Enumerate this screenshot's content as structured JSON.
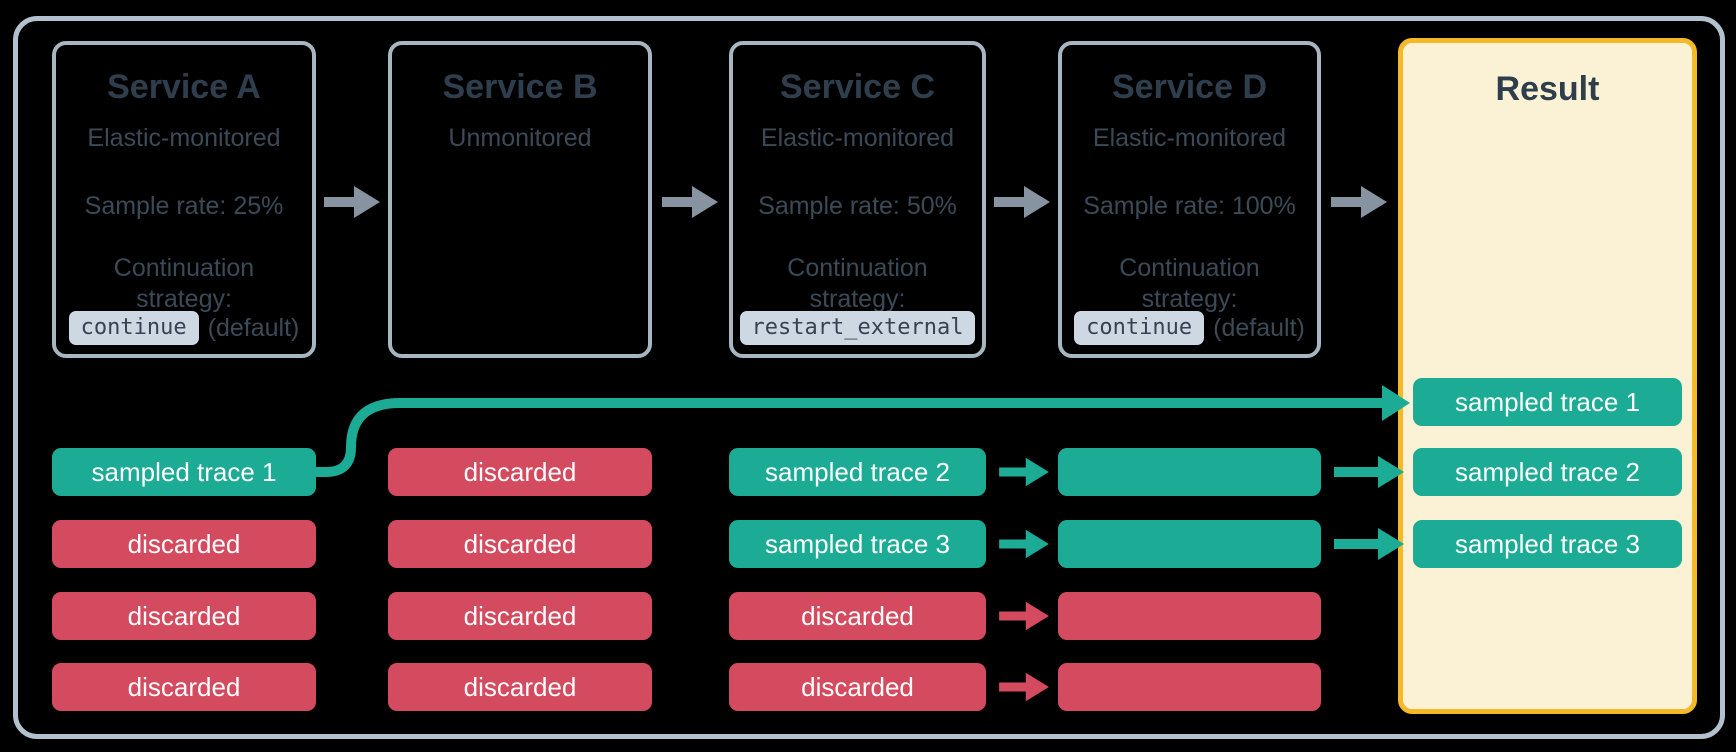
{
  "colors": {
    "teal": "#1cab95",
    "red": "#d44a5e",
    "slate-title": "#2f3e4c",
    "slate-text": "#3b4a57",
    "box-border": "#a7b6c3",
    "frame-border": "#b2c1cd",
    "arrow-gray": "#8793a1",
    "gold": "#f4b929",
    "cream": "#fbf1d5",
    "code-bg": "#cdd8e2",
    "code-text": "#36434f",
    "background": "#000000",
    "chip-text": "#ffffff"
  },
  "services": [
    {
      "title": "Service A",
      "subtitle": "Elastic-monitored",
      "sample_rate": "Sample rate: 25%",
      "continuation_label": "Continuation strategy:",
      "strategy_code": "continue",
      "strategy_note": "(default)"
    },
    {
      "title": "Service B",
      "subtitle": "Unmonitored"
    },
    {
      "title": "Service C",
      "subtitle": "Elastic-monitored",
      "sample_rate": "Sample rate: 50%",
      "continuation_label": "Continuation strategy:",
      "strategy_code": "restart_external"
    },
    {
      "title": "Service D",
      "subtitle": "Elastic-monitored",
      "sample_rate": "Sample rate: 100%",
      "continuation_label": "Continuation strategy:",
      "strategy_code": "continue",
      "strategy_note": "(default)"
    }
  ],
  "result": {
    "title": "Result",
    "chips": [
      "sampled trace 1",
      "sampled trace 2",
      "sampled trace 3"
    ]
  },
  "trace_rows": {
    "service_a": [
      "sampled trace 1",
      "discarded",
      "discarded",
      "discarded"
    ],
    "service_b": [
      "discarded",
      "discarded",
      "discarded",
      "discarded"
    ],
    "service_c": [
      "sampled trace 2",
      "sampled trace 3",
      "discarded",
      "discarded"
    ]
  }
}
